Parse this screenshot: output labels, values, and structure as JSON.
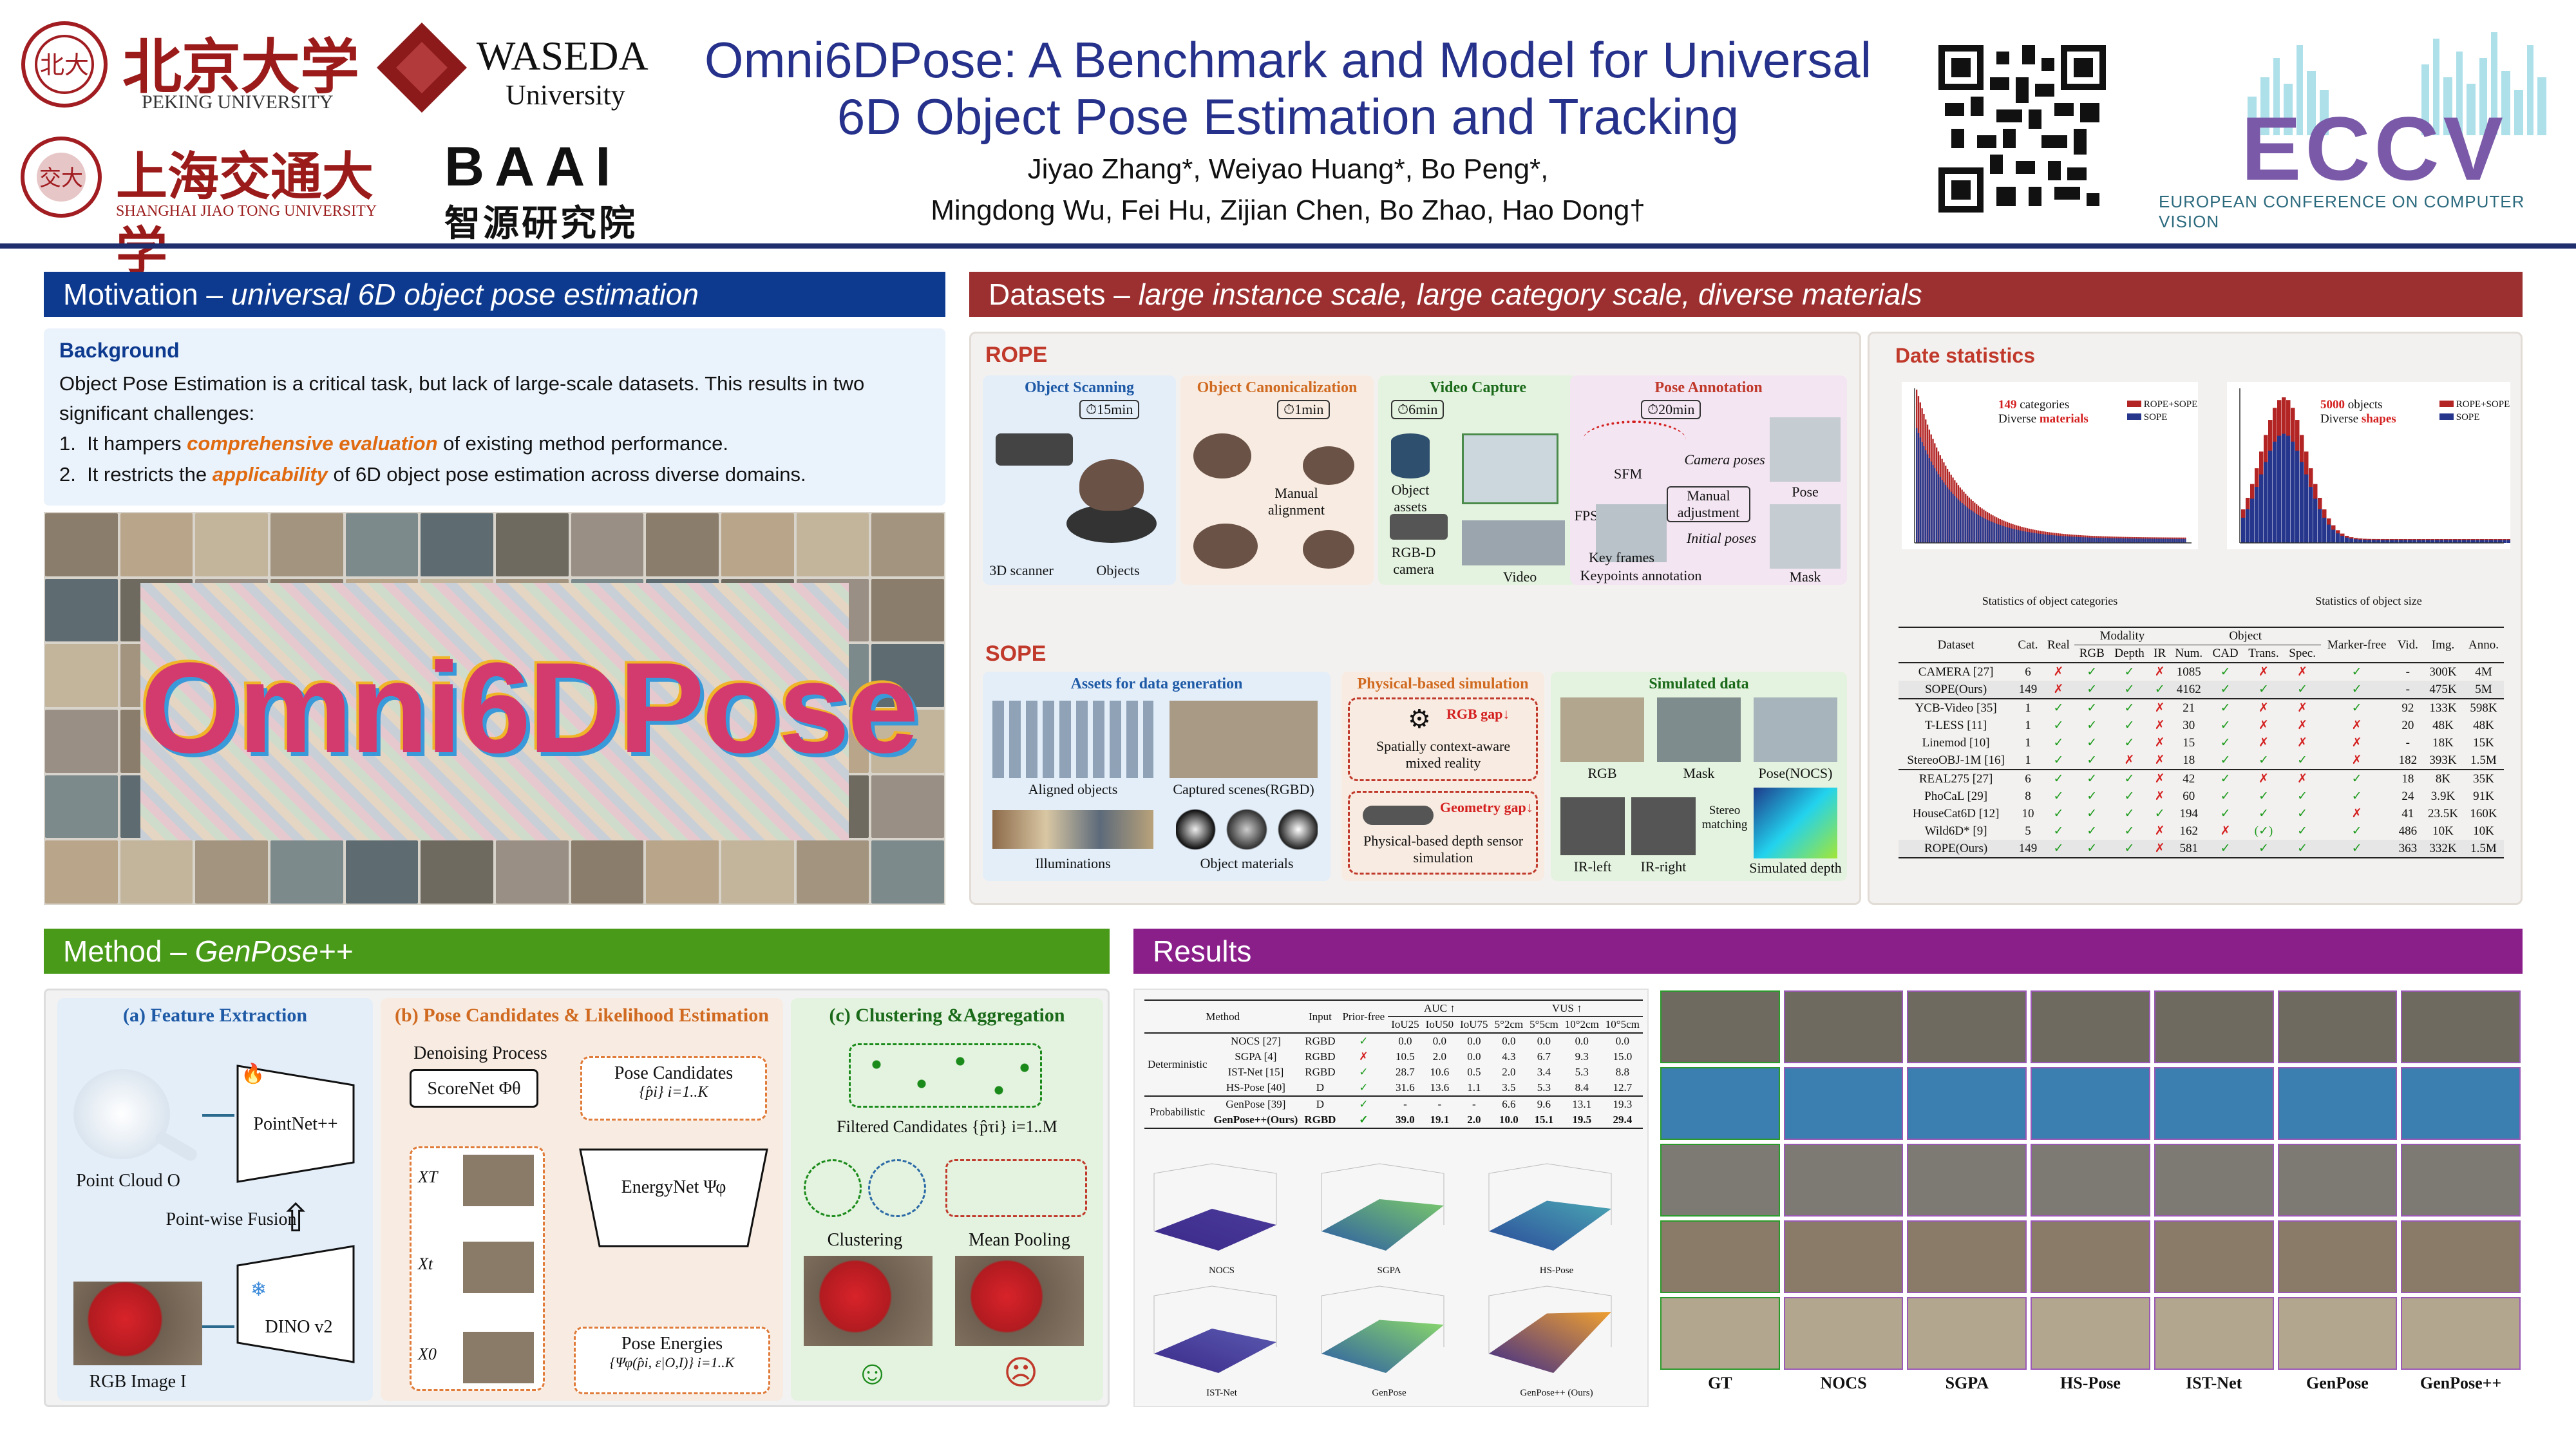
{
  "header": {
    "title_line1": "Omni6DPose: A Benchmark and Model for Universal",
    "title_line2": "6D Object Pose Estimation and Tracking",
    "authors_line1": "Jiyao Zhang*, Weiyao Huang*, Bo Peng*,",
    "authors_line2": "Mingdong Wu, Fei Hu, Zijian Chen, Bo Zhao, Hao Dong†",
    "logos": {
      "pku_cn": "北京大学",
      "pku_en": "PEKING UNIVERSITY",
      "waseda": "WASEDA",
      "waseda_sub": "University",
      "sjtu_cn": "上海交通大学",
      "sjtu_en": "SHANGHAI JIAO TONG UNIVERSITY",
      "baai": "BAAI",
      "baai_cn": "智源研究院",
      "eccv": "ECCV",
      "eccv_sub": "EUROPEAN CONFERENCE ON COMPUTER VISION"
    }
  },
  "motivation": {
    "bar_main": "Motivation – ",
    "bar_italic": "universal 6D object pose estimation",
    "background_title": "Background",
    "background_text": "Object Pose Estimation is a critical task, but lack of large-scale datasets. This results in two significant challenges:",
    "item1_pre": "It hampers ",
    "item1_em": "comprehensive evaluation",
    "item1_post": " of existing method performance.",
    "item2_pre": "It restricts the ",
    "item2_em": "applicability",
    "item2_post": " of 6D object pose estimation across diverse domains.",
    "mosaic_text": "Omni6DPose"
  },
  "datasets": {
    "bar_main": "Datasets – ",
    "bar_italic": "large instance scale, large category scale, diverse materials",
    "rope_title": "ROPE",
    "sope_title": "SOPE",
    "rope_boxes": {
      "scan_title": "Object Scanning",
      "scan_time": "15min",
      "canon_title": "Object Canonicalization",
      "canon_time": "1min",
      "video_title": "Video Capture",
      "video_time": "6min",
      "pose_title": "Pose Annotation",
      "pose_time": "20min",
      "scanner": "3D scanner",
      "objects": "Objects",
      "manual_alignment": "Manual alignment",
      "object_assets": "Object assets",
      "rgbd_camera": "RGB-D camera",
      "video": "Video",
      "sfm": "SFM",
      "fps": "FPS",
      "camera_poses": "Camera poses",
      "manual_adjustment": "Manual adjustment",
      "initial_poses": "Initial poses",
      "key_frames": "Key frames",
      "keypoints": "Keypoints annotation",
      "pose": "Pose",
      "mask": "Mask"
    },
    "sope_boxes": {
      "assets_title": "Assets for data generation",
      "sim_title": "Physical-based simulation",
      "simdata_title": "Simulated data",
      "aligned_objects": "Aligned objects",
      "captured_scenes": "Captured scenes(RGBD)",
      "illuminations": "Illuminations",
      "object_materials": "Object materials",
      "rgb_gap": "RGB gap",
      "context_aware": "Spatially context-aware mixed reality",
      "geometry_gap": "Geometry gap",
      "depth_sim": "Physical-based depth sensor simulation",
      "rgb": "RGB",
      "mask": "Mask",
      "pose_nocs": "Pose(NOCS)",
      "ir_left": "IR-left",
      "ir_right": "IR-right",
      "stereo": "Stereo matching",
      "sim_depth": "Simulated depth"
    }
  },
  "statistics": {
    "title": "Date statistics",
    "hist1": {
      "label_count": "149",
      "label_cat": " categories",
      "label_div": "Diverse ",
      "label_mat": "materials",
      "legend1": "ROPE+SOPE",
      "legend2": "SOPE",
      "caption": "Statistics of object categories"
    },
    "hist2": {
      "label_count": "5000",
      "label_obj": " objects",
      "label_div": "Diverse ",
      "label_shp": "shapes",
      "legend1": "ROPE+SOPE",
      "legend2": "SOPE",
      "caption": "Statistics of object size"
    },
    "table_headers": {
      "dataset": "Dataset",
      "cat": "Cat.",
      "real": "Real",
      "modality": "Modality",
      "object": "Object",
      "markerfree": "Marker-free",
      "vid": "Vid.",
      "img": "Img.",
      "anno": "Anno.",
      "rgb": "RGB",
      "depth": "Depth",
      "ir": "IR",
      "num": "Num.",
      "cad": "CAD",
      "trans": "Trans.",
      "spec": "Spec."
    },
    "table_rows": [
      {
        "name": "CAMERA [27]",
        "cat": "6",
        "real": "✗",
        "rgb": "✓",
        "depth": "✓",
        "ir": "✗",
        "num": "1085",
        "cad": "✓",
        "trans": "✗",
        "spec": "✗",
        "mf": "✓",
        "vid": "-",
        "img": "300K",
        "anno": "4M"
      },
      {
        "name": "SOPE(Ours)",
        "cat": "149",
        "real": "✗",
        "rgb": "✓",
        "depth": "✓",
        "ir": "✓",
        "num": "4162",
        "cad": "✓",
        "trans": "✓",
        "spec": "✓",
        "mf": "✓",
        "vid": "-",
        "img": "475K",
        "anno": "5M"
      },
      {
        "name": "YCB-Video [35]",
        "cat": "1",
        "real": "✓",
        "rgb": "✓",
        "depth": "✓",
        "ir": "✗",
        "num": "21",
        "cad": "✓",
        "trans": "✗",
        "spec": "✗",
        "mf": "✓",
        "vid": "92",
        "img": "133K",
        "anno": "598K"
      },
      {
        "name": "T-LESS [11]",
        "cat": "1",
        "real": "✓",
        "rgb": "✓",
        "depth": "✓",
        "ir": "✗",
        "num": "30",
        "cad": "✓",
        "trans": "✗",
        "spec": "✗",
        "mf": "✗",
        "vid": "20",
        "img": "48K",
        "anno": "48K"
      },
      {
        "name": "Linemod [10]",
        "cat": "1",
        "real": "✓",
        "rgb": "✓",
        "depth": "✓",
        "ir": "✗",
        "num": "15",
        "cad": "✓",
        "trans": "✗",
        "spec": "✗",
        "mf": "✗",
        "vid": "-",
        "img": "18K",
        "anno": "15K"
      },
      {
        "name": "StereoOBJ-1M [16]",
        "cat": "1",
        "real": "✓",
        "rgb": "✓",
        "depth": "✗",
        "ir": "✗",
        "num": "18",
        "cad": "✓",
        "trans": "✓",
        "spec": "✓",
        "mf": "✗",
        "vid": "182",
        "img": "393K",
        "anno": "1.5M"
      },
      {
        "name": "REAL275 [27]",
        "cat": "6",
        "real": "✓",
        "rgb": "✓",
        "depth": "✓",
        "ir": "✗",
        "num": "42",
        "cad": "✓",
        "trans": "✗",
        "spec": "✗",
        "mf": "✓",
        "vid": "18",
        "img": "8K",
        "anno": "35K"
      },
      {
        "name": "PhoCaL [29]",
        "cat": "8",
        "real": "✓",
        "rgb": "✓",
        "depth": "✓",
        "ir": "✗",
        "num": "60",
        "cad": "✓",
        "trans": "✓",
        "spec": "✓",
        "mf": "✓",
        "vid": "24",
        "img": "3.9K",
        "anno": "91K"
      },
      {
        "name": "HouseCat6D [12]",
        "cat": "10",
        "real": "✓",
        "rgb": "✓",
        "depth": "✓",
        "ir": "✓",
        "num": "194",
        "cad": "✓",
        "trans": "✓",
        "spec": "✓",
        "mf": "✗",
        "vid": "41",
        "img": "23.5K",
        "anno": "160K"
      },
      {
        "name": "Wild6D* [9]",
        "cat": "5",
        "real": "✓",
        "rgb": "✓",
        "depth": "✓",
        "ir": "✗",
        "num": "162",
        "cad": "✗",
        "trans": "(✓)",
        "spec": "✓",
        "mf": "✓",
        "vid": "486",
        "img": "10K",
        "anno": "10K"
      },
      {
        "name": "ROPE(Ours)",
        "cat": "149",
        "real": "✓",
        "rgb": "✓",
        "depth": "✓",
        "ir": "✗",
        "num": "581",
        "cad": "✓",
        "trans": "✓",
        "spec": "✓",
        "mf": "✓",
        "vid": "363",
        "img": "332K",
        "anno": "1.5M"
      }
    ]
  },
  "method": {
    "bar_main": "Method – ",
    "bar_italic": "GenPose++",
    "a_title": "(a) Feature Extraction",
    "b_title": "(b) Pose Candidates & Likelihood Estimation",
    "c_title": "(c) Clustering &Aggregation",
    "point_cloud": "Point Cloud O",
    "pointnet": "PointNet++",
    "pointwise": "Point-wise Fusion",
    "dino": "DINO v2",
    "rgb_image": "RGB Image I",
    "denoising": "Denoising Process",
    "scorenet": "ScoreNet Φθ",
    "pose_candidates": "Pose Candidates",
    "pose_cand_math": "{p̂i} i=1..K",
    "energynet": "EnergyNet Ψφ",
    "pose_energies": "Pose Energies",
    "pose_energies_math": "{Ψφ(p̂i, ε|O,I)} i=1..K",
    "xt": "XT",
    "xt_mid": "Xt",
    "x0": "X0",
    "filtered": "Filtered Candidates {p̂τi} i=1..M",
    "clustering": "Clustering",
    "mean_pooling": "Mean Pooling",
    "smile": "☺",
    "frown": "☹"
  },
  "results": {
    "bar_main": "Results",
    "table_headers": {
      "method": "Method",
      "input": "Input",
      "priorfree": "Prior-free",
      "auc": "AUC ↑",
      "vus": "VUS ↑",
      "iou25": "IoU25",
      "iou50": "IoU50",
      "iou75": "IoU75",
      "c1": "5°2cm",
      "c2": "5°5cm",
      "c3": "10°2cm",
      "c4": "10°5cm"
    },
    "det_label": "Deterministic",
    "prob_label": "Probabilistic",
    "rows": [
      {
        "name": "NOCS [27]",
        "input": "RGBD",
        "pf": "✓",
        "v": [
          "0.0",
          "0.0",
          "0.0",
          "0.0",
          "0.0",
          "0.0",
          "0.0"
        ]
      },
      {
        "name": "SGPA [4]",
        "input": "RGBD",
        "pf": "✗",
        "v": [
          "10.5",
          "2.0",
          "0.0",
          "4.3",
          "6.7",
          "9.3",
          "15.0"
        ]
      },
      {
        "name": "IST-Net [15]",
        "input": "RGBD",
        "pf": "✓",
        "v": [
          "28.7",
          "10.6",
          "0.5",
          "2.0",
          "3.4",
          "5.3",
          "8.8"
        ]
      },
      {
        "name": "HS-Pose [40]",
        "input": "D",
        "pf": "✓",
        "v": [
          "31.6",
          "13.6",
          "1.1",
          "3.5",
          "5.3",
          "8.4",
          "12.7"
        ]
      },
      {
        "name": "GenPose [39]",
        "input": "D",
        "pf": "✓",
        "v": [
          "-",
          "-",
          "-",
          "6.6",
          "9.6",
          "13.1",
          "19.3"
        ]
      },
      {
        "name": "GenPose++(Ours)",
        "input": "RGBD",
        "pf": "✓",
        "v": [
          "39.0",
          "19.1",
          "2.0",
          "10.0",
          "15.1",
          "19.5",
          "29.4"
        ]
      }
    ],
    "surface_labels": [
      "NOCS",
      "SGPA",
      "HS-Pose",
      "IST-Net",
      "GenPose",
      "GenPose++ (Ours)"
    ],
    "qual_labels": [
      "GT",
      "NOCS",
      "SGPA",
      "HS-Pose",
      "IST-Net",
      "GenPose",
      "GenPose++"
    ]
  }
}
